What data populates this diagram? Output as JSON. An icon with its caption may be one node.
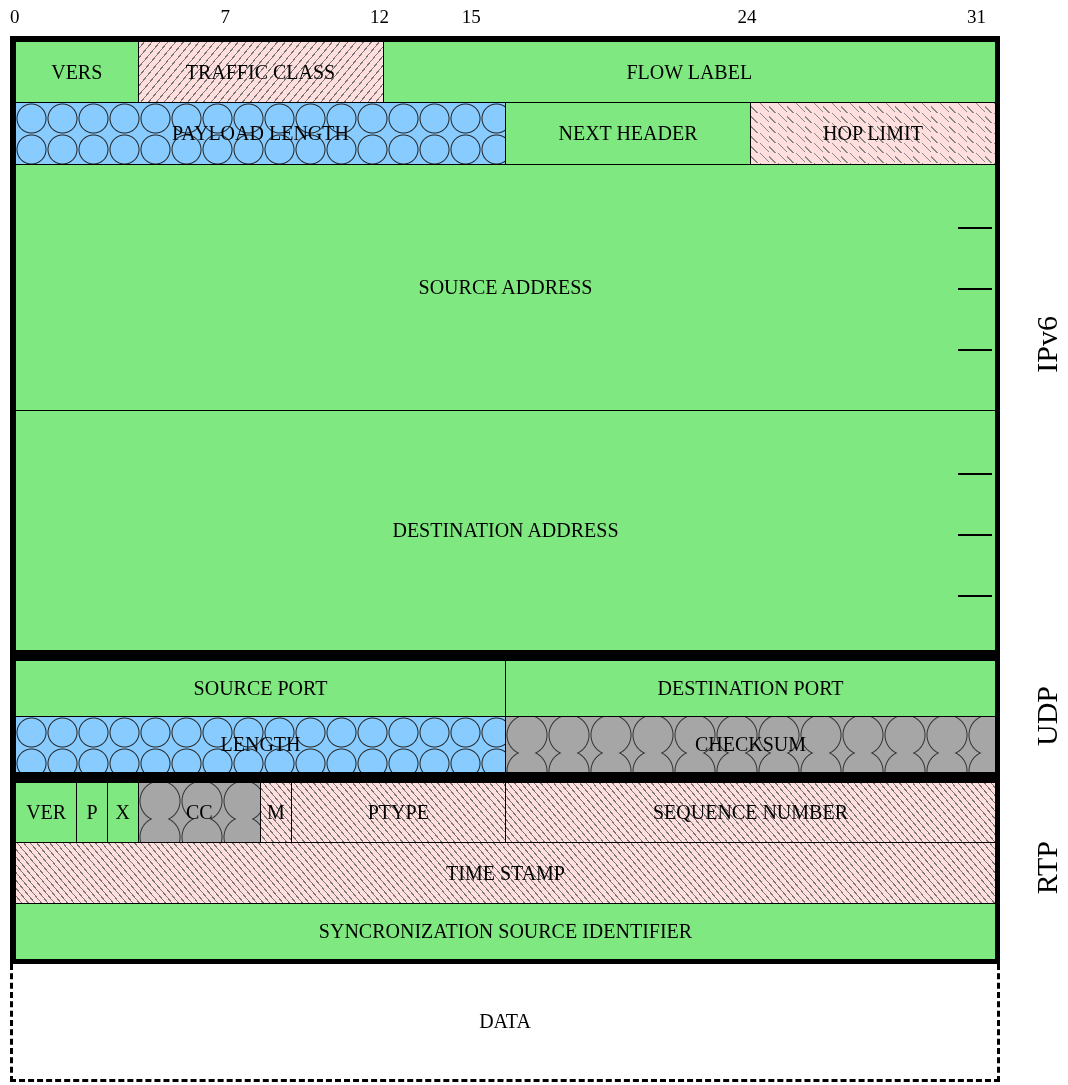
{
  "diagram": {
    "nodes": [
      {
        "text": [
          "IPv6"
        ]
      },
      {
        "text": [
          "VERS"
        ],
        "in": 0
      },
      {
        "text": [
          "TRAFFIC CLASS"
        ],
        "in": 0
      },
      {
        "text": [
          "FLOW LABEL"
        ],
        "in": 0
      },
      {
        "text": [
          "PAYLOAD LENGTH"
        ],
        "in": 0
      },
      {
        "text": [
          "NEXT HEADER"
        ],
        "in": 0
      },
      {
        "text": [
          "HOP LIMIT"
        ],
        "in": 0
      },
      {
        "text": [
          "SOURCE ADDRESS"
        ],
        "in": 0
      },
      {
        "text": [
          "DESTINATION ADDRESS"
        ],
        "in": 0
      },
      {
        "text": [
          "UDP"
        ]
      },
      {
        "text": [
          "SOURCE PORT"
        ],
        "in": 9
      },
      {
        "text": [
          "DESTINATION PORT"
        ],
        "in": 9
      },
      {
        "text": [
          "LENGTH"
        ],
        "in": 9
      },
      {
        "text": [
          "CHECKSUM"
        ],
        "in": 9
      },
      {
        "text": [
          "RTP"
        ]
      },
      {
        "text": [
          "VER"
        ],
        "in": 14
      },
      {
        "text": [
          "P"
        ],
        "in": 14
      },
      {
        "text": [
          "X"
        ],
        "in": 14
      },
      {
        "text": [
          "CC"
        ],
        "in": 14
      },
      {
        "text": [
          "M"
        ],
        "in": 14
      },
      {
        "text": [
          "PTYPE"
        ],
        "in": 14
      },
      {
        "text": [
          "SEQUENCE NUMBER"
        ],
        "in": 14
      },
      {
        "text": [
          "TIME STAMP"
        ],
        "in": 14
      },
      {
        "text": [
          "SYNCRONIZATION SOURCE IDENTIFIER"
        ],
        "in": 14
      },
      {
        "text": [
          "DATA"
        ]
      }
    ],
    "labels": [
      "0",
      "7",
      "12",
      "15",
      "24",
      "31"
    ]
  }
}
